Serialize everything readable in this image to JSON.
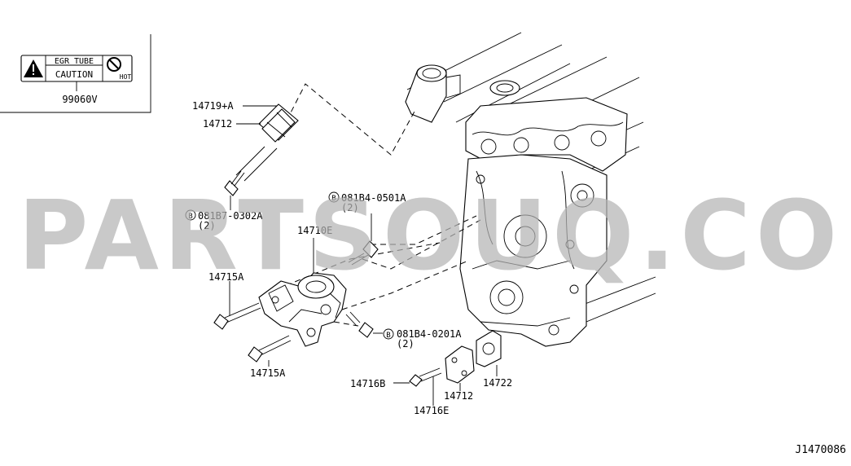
{
  "caution_label": {
    "tube_text": "EGR TUBE",
    "caution_text": "CAUTION",
    "hot_text": "HOT",
    "part_number": "99060V"
  },
  "callouts": {
    "c14719A": "14719+A",
    "c14712_upper": "14712",
    "c081B7": "081B7-0302A",
    "c081B7_qty": "(2)",
    "c081B4_0501": "081B4-0501A",
    "c081B4_0501_qty": "(2)",
    "c14710E": "14710E",
    "c14715A_upper": "14715A",
    "c14715A_lower": "14715A",
    "c081B4_0201": "081B4-0201A",
    "c081B4_0201_qty": "(2)",
    "c14716B": "14716B",
    "c14712_lower": "14712",
    "c14722": "14722",
    "c14716E": "14716E",
    "bolt_symbol": "B"
  },
  "watermark": "PARTSOUQ.COM",
  "diagram_code": "J1470086"
}
